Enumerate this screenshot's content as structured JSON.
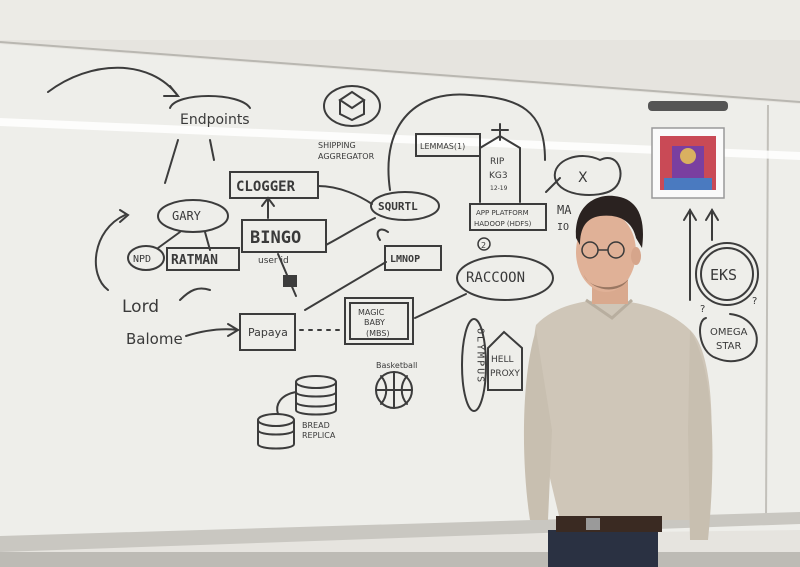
{
  "whiteboard": {
    "labels": {
      "endpoints": "Endpoints",
      "clogger": "CLOGGER",
      "gary": "GARY",
      "bingo": "BINGO",
      "npd": "NPD",
      "ratman": "RATMAN",
      "user_id": "user id",
      "squirtl": "SQURTL",
      "shipping_aggregator_1": "SHIPPING",
      "shipping_aggregator_2": "AGGREGATOR",
      "lmnop": "LMNOP",
      "lord_balome_1": "Lord",
      "lord_balome_2": "Balome",
      "papaya": "Papaya",
      "magic_baby_1": "MAGIC",
      "magic_baby_2": "BABY",
      "magic_baby_3": "(MBS)",
      "basketball": "Basketball",
      "bread_replica_1": "BREAD",
      "bread_replica_2": "REPLICA",
      "racoon": "RACCOON",
      "olympus": "OLYMPUS",
      "hell_proxy_1": "HELL",
      "hell_proxy_2": "PROXY",
      "app_platform_1": "APP PLATFORM",
      "app_platform_2": "HADOOP (HDFS)",
      "rip_1": "RIP",
      "rip_2": "KG3",
      "rip_3": "12-19",
      "ma_partial": "MA",
      "io_partial": "IO",
      "x_mark": "X",
      "eks": "EKS",
      "omega_star_1": "OMEGA",
      "omega_star_2": "STAR",
      "circled_2": "2",
      "question_1": "?",
      "question_2": "?",
      "lemmas_partial": "LEMMAS(1)"
    }
  }
}
